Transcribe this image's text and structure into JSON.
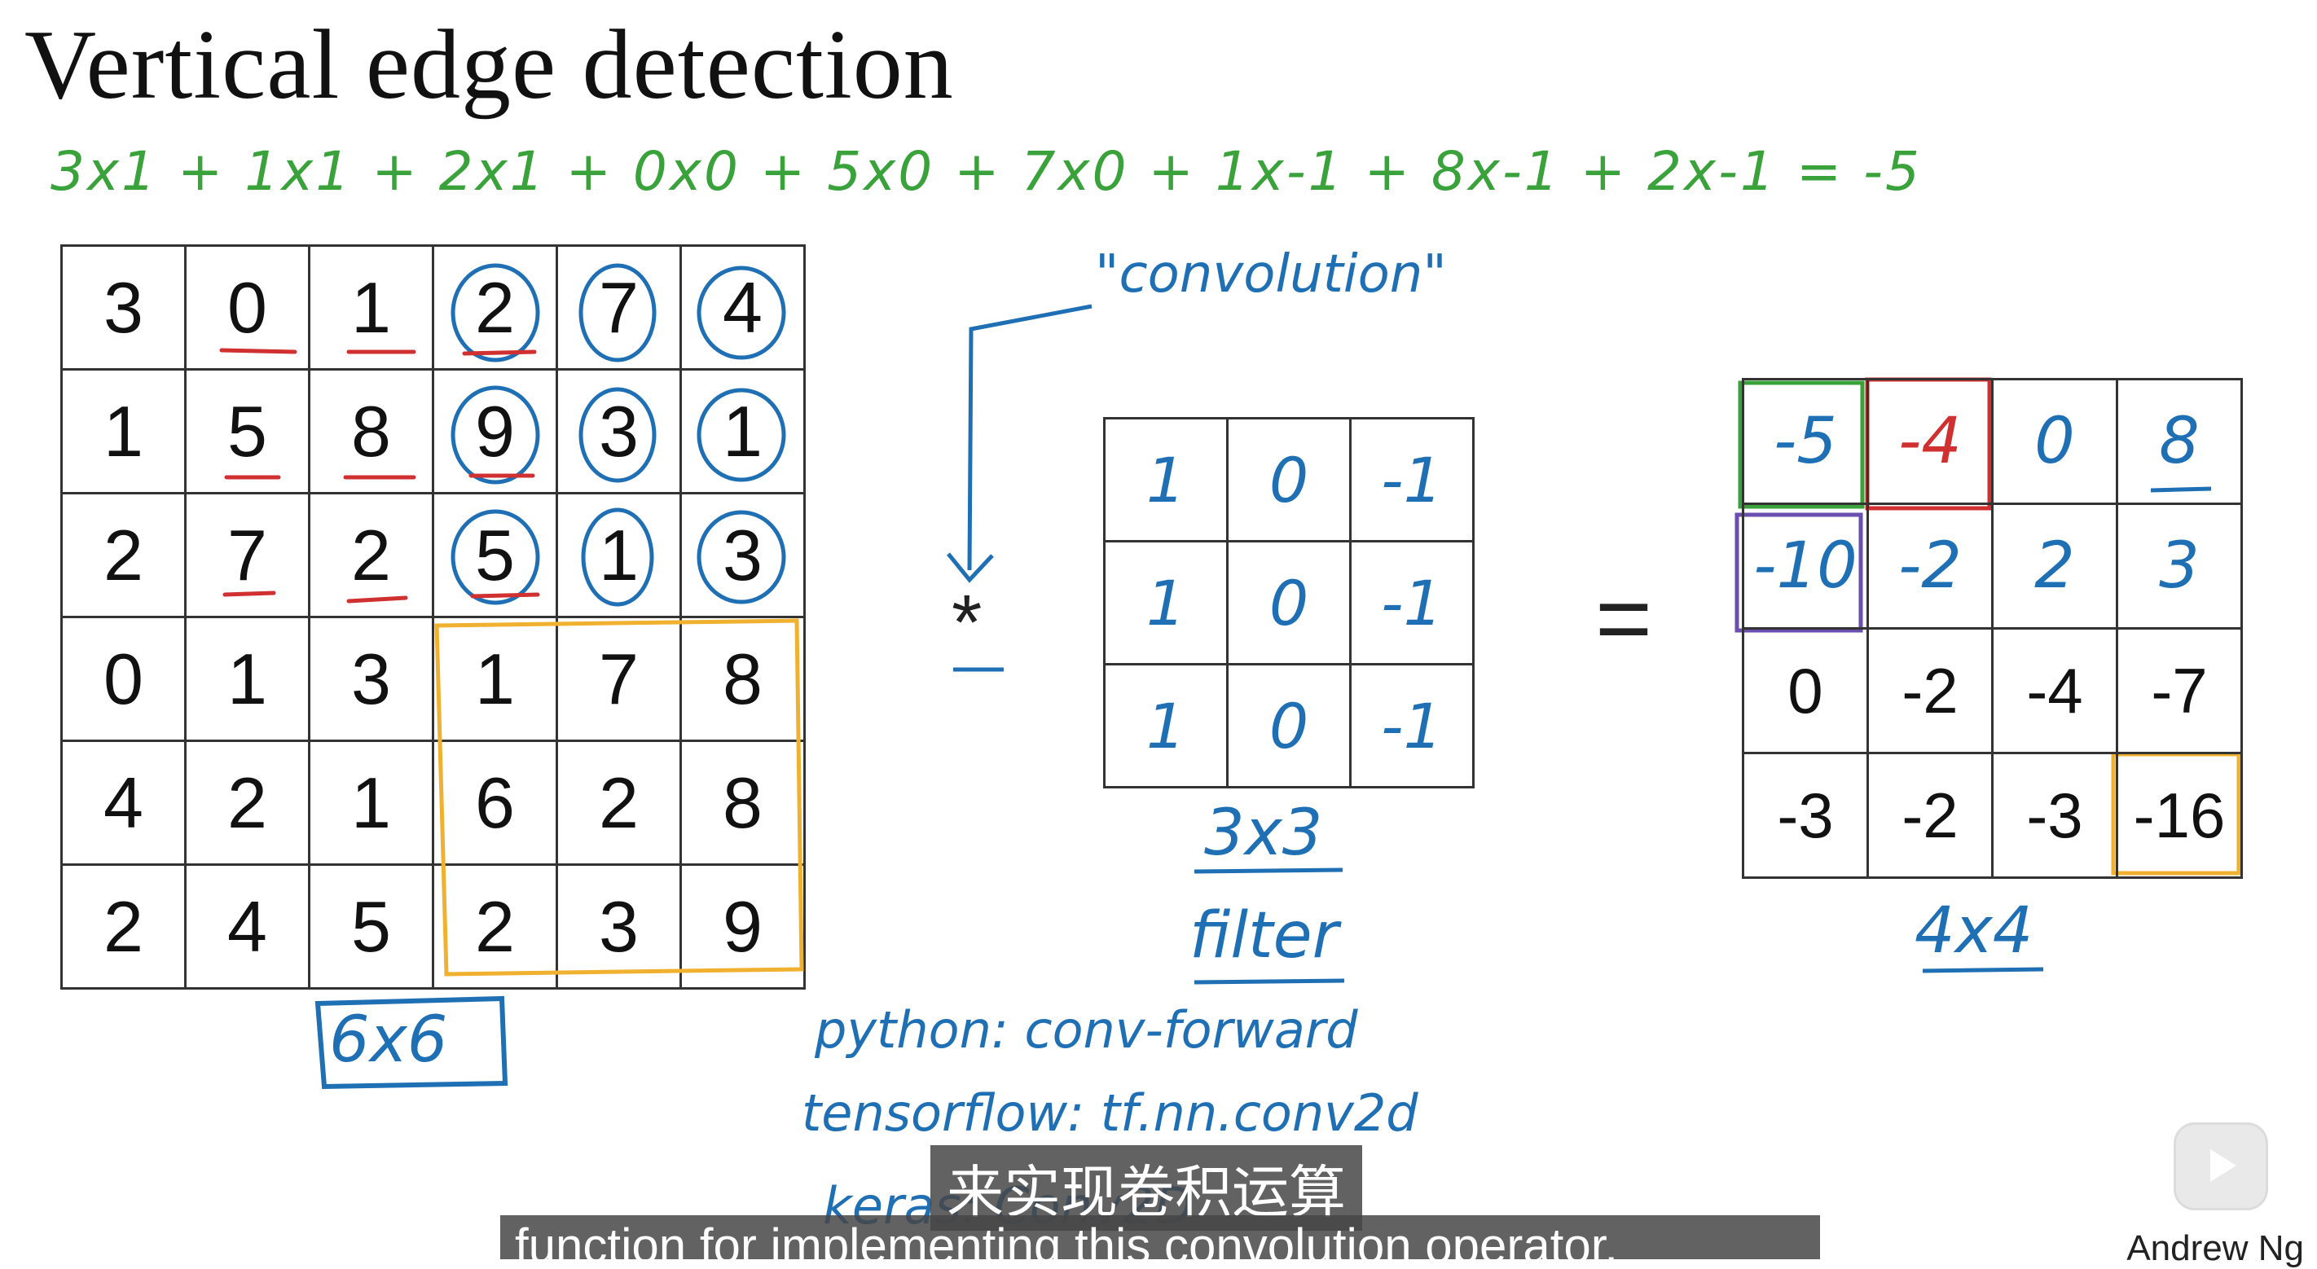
{
  "title": "Vertical edge detection",
  "equation": "3x1 + 1x1 + 2x1 + 0x0 + 5x0 + 7x0 + 1x-1 + 8x-1 + 2x-1 = -5",
  "input_matrix": {
    "label": "6x6",
    "rows": [
      [
        "3",
        "0",
        "1",
        "2",
        "7",
        "4"
      ],
      [
        "1",
        "5",
        "8",
        "9",
        "3",
        "1"
      ],
      [
        "2",
        "7",
        "2",
        "5",
        "1",
        "3"
      ],
      [
        "0",
        "1",
        "3",
        "1",
        "7",
        "8"
      ],
      [
        "4",
        "2",
        "1",
        "6",
        "2",
        "8"
      ],
      [
        "2",
        "4",
        "5",
        "2",
        "3",
        "9"
      ]
    ]
  },
  "operator_star": "*",
  "convolution_note": "\"convolution\"",
  "filter": {
    "rows": [
      [
        "1",
        "0",
        "-1"
      ],
      [
        "1",
        "0",
        "-1"
      ],
      [
        "1",
        "0",
        "-1"
      ]
    ],
    "label_line1": "3x3",
    "label_line2": "filter"
  },
  "equals": "=",
  "output_matrix": {
    "label": "4x4",
    "rows": [
      [
        "-5",
        "-4",
        "0",
        "8"
      ],
      [
        "-10",
        "-2",
        "2",
        "3"
      ],
      [
        "0",
        "-2",
        "-4",
        "-7"
      ],
      [
        "-3",
        "-2",
        "-3",
        "-16"
      ]
    ]
  },
  "notes": {
    "python": "python: conv-forward",
    "tensorflow": "tensorflow: tf.nn.conv2d",
    "keras": "keras: Conv2D"
  },
  "subtitles": {
    "chinese": "来实现卷积运算",
    "english": "function for implementing this convolution operator."
  },
  "author": "Andrew Ng",
  "colors": {
    "green": "#3aa23a",
    "blue": "#1f6fb5",
    "red": "#d03030",
    "orange": "#f0b030",
    "purple": "#6a4fb0"
  }
}
